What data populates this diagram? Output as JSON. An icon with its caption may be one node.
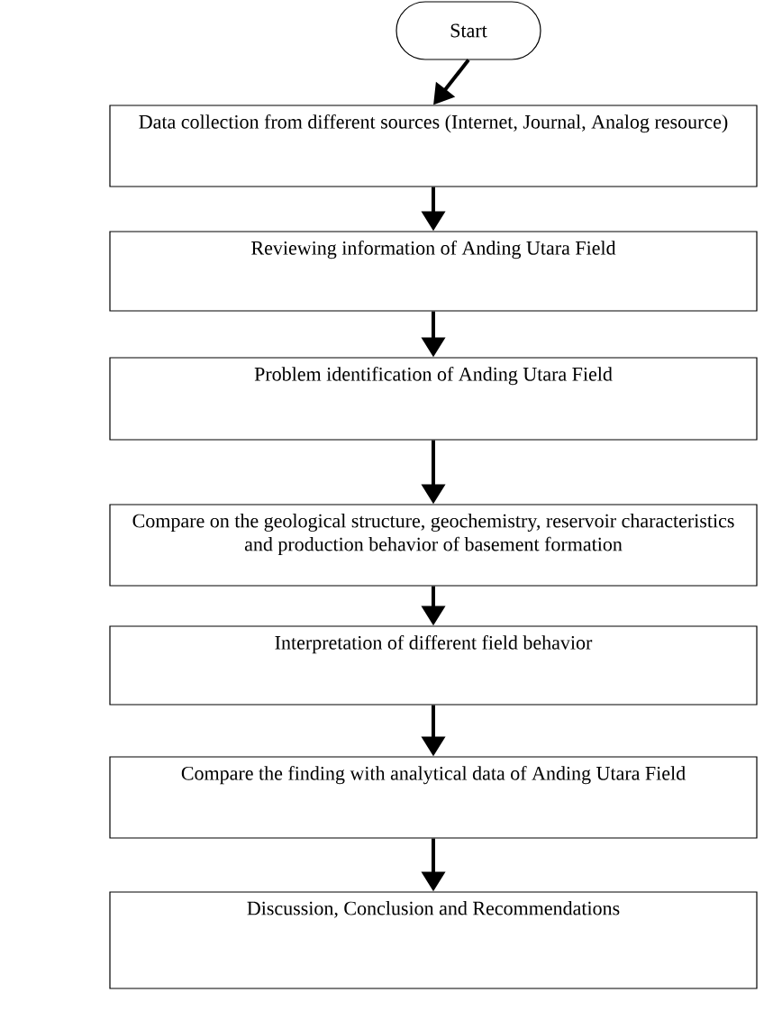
{
  "diagram": {
    "nodes": [
      {
        "text": [
          "Start"
        ]
      },
      {
        "text": [
          "Data collection from different sources (Internet, Journal, Analog resource)"
        ]
      },
      {
        "text": [
          "Reviewing information of Anding Utara Field"
        ]
      },
      {
        "text": [
          "Problem identification of Anding Utara Field"
        ]
      },
      {
        "text": [
          "Compare on the geological structure, geochemistry, reservoir characteristics and production behavior of basement formation"
        ]
      },
      {
        "text": [
          "Interpretation of different field behavior"
        ]
      },
      {
        "text": [
          "Compare the finding with analytical data of Anding Utara Field"
        ]
      },
      {
        "text": [
          "Discussion, Conclusion and Recommendations"
        ]
      }
    ],
    "edges": [
      {
        "from": 0,
        "to": 1,
        "arrow": "to"
      },
      {
        "from": 1,
        "to": 2,
        "arrow": "to"
      },
      {
        "from": 2,
        "to": 3,
        "arrow": "to"
      },
      {
        "from": 3,
        "to": 4,
        "arrow": "to"
      },
      {
        "from": 4,
        "to": 5,
        "arrow": "to"
      },
      {
        "from": 5,
        "to": 6,
        "arrow": "to"
      },
      {
        "from": 6,
        "to": 7,
        "arrow": "to"
      }
    ]
  }
}
